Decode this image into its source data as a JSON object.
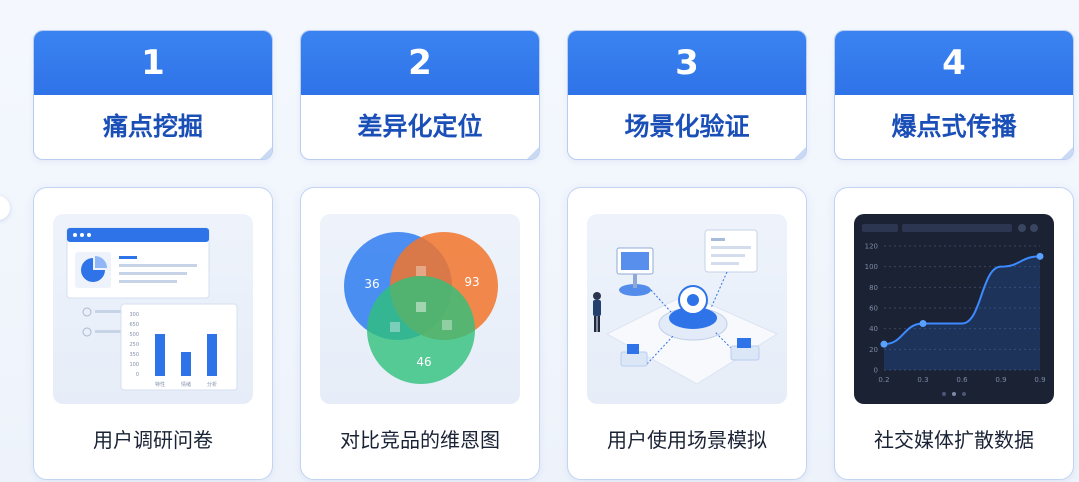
{
  "colors": {
    "accent": "#2e73e8",
    "title_text": "#1b4fb8",
    "caption_text": "#1a2336",
    "card_border": "#c2d4f1"
  },
  "steps": [
    {
      "number": "1",
      "title": "痛点挖掘",
      "caption": "用户调研问卷"
    },
    {
      "number": "2",
      "title": "差异化定位",
      "caption": "对比竞品的维恩图"
    },
    {
      "number": "3",
      "title": "场景化验证",
      "caption": "用户使用场景模拟"
    },
    {
      "number": "4",
      "title": "爆点式传播",
      "caption": "社交媒体扩散数据"
    }
  ],
  "survey_chart": {
    "y_ticks": [
      "300",
      "650",
      "500",
      "250",
      "350",
      "100",
      "0"
    ],
    "x_labels": [
      "特性",
      "情绪",
      "分析"
    ]
  },
  "venn": {
    "left_value": "36",
    "right_value": "93",
    "bottom_value": "46",
    "colors": [
      "#2f7df0",
      "#f2742a",
      "#2fc07a"
    ]
  },
  "chart_data": {
    "type": "line",
    "x": [
      "0.2",
      "0.3",
      "0.6",
      "0.9",
      "0.9"
    ],
    "values": [
      25,
      45,
      45,
      100,
      110
    ],
    "y_ticks": [
      "0",
      "20",
      "40",
      "60",
      "80",
      "100",
      "120"
    ],
    "ylim": [
      0,
      120
    ],
    "grid": true
  },
  "icons": {
    "dashboard": "window-dots-icon",
    "pie": "pie-chart-icon",
    "person": "person-icon",
    "hub": "hub-node-icon",
    "monitor": "monitor-icon"
  }
}
